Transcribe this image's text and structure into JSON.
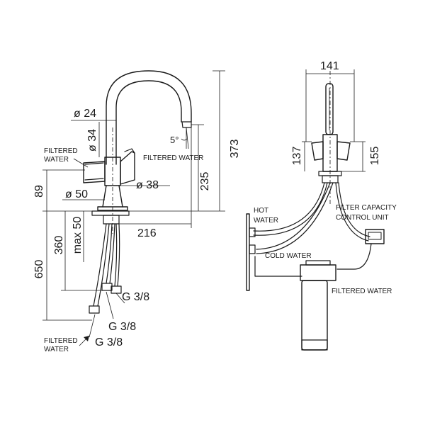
{
  "side_view": {
    "dims": {
      "d24": "ø 24",
      "d34": "ø 34",
      "d38": "ø 38",
      "d50": "ø 50",
      "h373": "373",
      "h235": "235",
      "h89": "89",
      "h650": "650",
      "h360": "360",
      "max50": "max 50",
      "w216": "216",
      "angle": "5°",
      "g1": "G 3/8",
      "g2": "G 3/8",
      "g3": "G 3/8"
    },
    "labels": {
      "filtered_water_top_1": "FILTERED",
      "filtered_water_top_2": "WATER",
      "filtered_water_spout": "FILTERED WATER",
      "filtered_water_bottom_1": "FILTERED",
      "filtered_water_bottom_2": "WATER"
    }
  },
  "front_view": {
    "dims": {
      "w141": "141",
      "h137": "137",
      "h155": "155"
    },
    "labels": {
      "hot_water_1": "HOT",
      "hot_water_2": "WATER",
      "cold_water": "COLD WATER",
      "filter_capacity_1": "FILTER CAPACITY",
      "filter_capacity_2": "CONTROL UNIT",
      "filtered_water": "FILTERED WATER"
    }
  }
}
